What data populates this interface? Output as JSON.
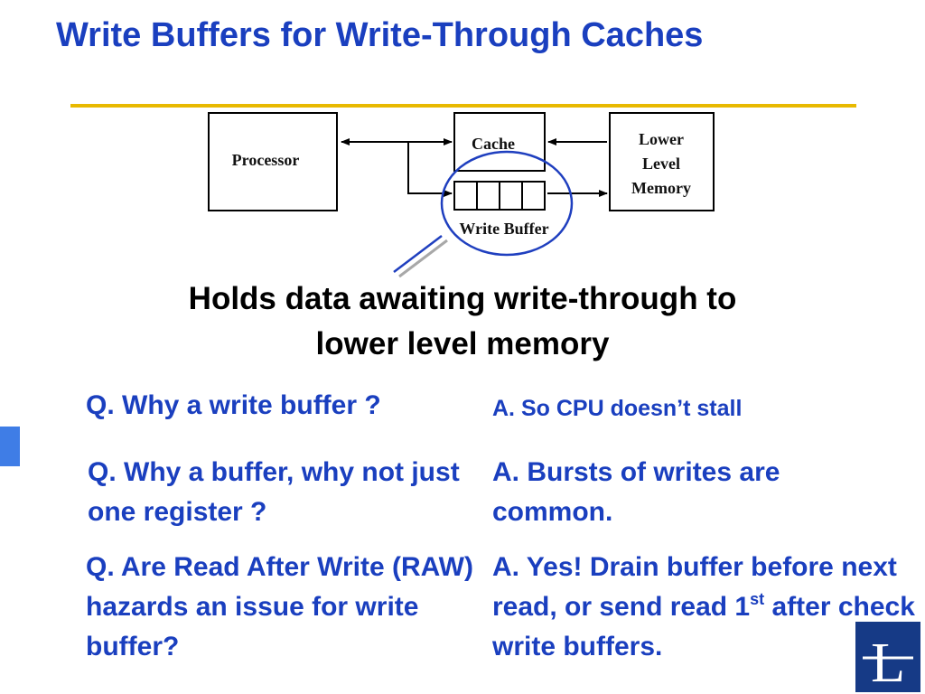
{
  "title": "Write Buffers for Write-Through Caches",
  "diagram": {
    "processor": "Processor",
    "cache": "Cache",
    "memory_lines": [
      "Lower",
      "Level",
      "Memory"
    ],
    "write_buffer": "Write Buffer"
  },
  "caption_lines": [
    "Holds data awaiting write-through to",
    "lower level memory"
  ],
  "qa": [
    {
      "q": "Q. Why a write buffer ?",
      "a": "A. So CPU doesn’t stall"
    },
    {
      "q": "Q. Why a buffer, why not just one register ?",
      "a": "A. Bursts of writes are common."
    },
    {
      "q": "Q. Are Read After Write (RAW) hazards an issue for write buffer?",
      "a_before": "A. Yes!  Drain buffer before next read, or send read 1",
      "a_sup": "st",
      "a_after": " after check write buffers."
    }
  ],
  "logo_letter": "L",
  "colors": {
    "title": "#1a3fbf",
    "accent_line": "#e8b900",
    "logo_bg": "#163a86",
    "side_tab": "#3f7de6",
    "circle": "#1f3fbf"
  }
}
